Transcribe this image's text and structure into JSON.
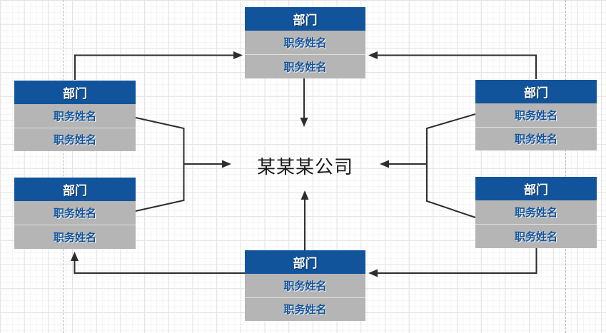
{
  "colors": {
    "node_header_bg": "#12549c",
    "node_header_text": "#ffffff",
    "node_body_bg": "#b5b5b5",
    "node_body_text": "#12549c",
    "connector": "#2e2e2e",
    "center_text": "#1a1a1a",
    "grid_major": "#e2e2e2",
    "grid_minor": "#f4f4f4",
    "page_guide": "#b9b9b9"
  },
  "center": {
    "label": "某某某公司"
  },
  "nodes": {
    "top_center": {
      "header": "部门",
      "rows": [
        "职务姓名",
        "职务姓名"
      ]
    },
    "left_top": {
      "header": "部门",
      "rows": [
        "职务姓名",
        "职务姓名"
      ]
    },
    "left_bottom": {
      "header": "部门",
      "rows": [
        "职务姓名",
        "职务姓名"
      ]
    },
    "right_top": {
      "header": "部门",
      "rows": [
        "职务姓名",
        "职务姓名"
      ]
    },
    "right_bottom": {
      "header": "部门",
      "rows": [
        "职务姓名",
        "职务姓名"
      ]
    },
    "bottom_center": {
      "header": "部门",
      "rows": [
        "职务姓名",
        "职务姓名"
      ]
    }
  }
}
